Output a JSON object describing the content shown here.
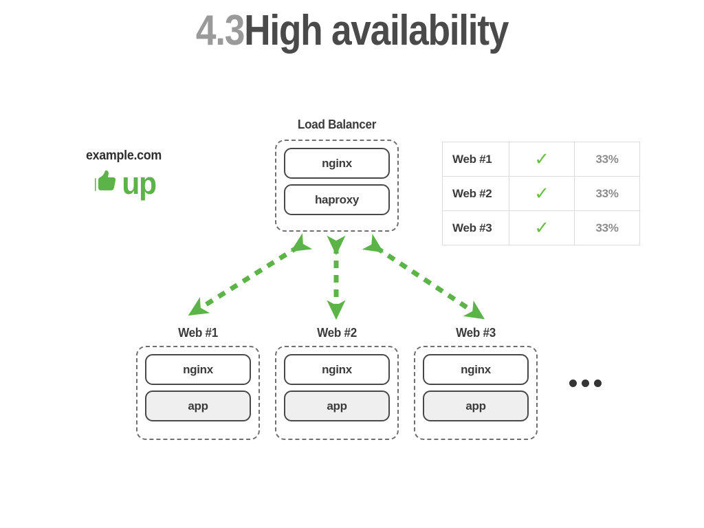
{
  "slide": {
    "section_number": "4.3",
    "section_title": "High availability"
  },
  "site": {
    "domain": "example.com",
    "status_word": "up",
    "status_icon": "thumbs-up-icon",
    "status_color": "#5cb347"
  },
  "load_balancer": {
    "label": "Load Balancer",
    "nodes": [
      {
        "label": "nginx",
        "filled": false
      },
      {
        "label": "haproxy",
        "filled": false
      }
    ]
  },
  "web_servers": [
    {
      "label": "Web #1",
      "nodes": [
        {
          "label": "nginx",
          "filled": false
        },
        {
          "label": "app",
          "filled": true
        }
      ]
    },
    {
      "label": "Web #2",
      "nodes": [
        {
          "label": "nginx",
          "filled": false
        },
        {
          "label": "app",
          "filled": true
        }
      ]
    },
    {
      "label": "Web #3",
      "nodes": [
        {
          "label": "nginx",
          "filled": false
        },
        {
          "label": "app",
          "filled": true
        }
      ]
    }
  ],
  "more_servers_indicator": "…",
  "status_table": {
    "rows": [
      {
        "name": "Web #1",
        "status_icon": "check-icon",
        "status_symbol": "✓",
        "share": "33%"
      },
      {
        "name": "Web #2",
        "status_icon": "check-icon",
        "status_symbol": "✓",
        "share": "33%"
      },
      {
        "name": "Web #3",
        "status_icon": "check-icon",
        "status_symbol": "✓",
        "share": "33%"
      }
    ]
  },
  "connections": {
    "arrow_color": "#5cb347",
    "style": "dashed-double-headed",
    "items": [
      {
        "from": "load-balancer",
        "to": "web-1"
      },
      {
        "from": "load-balancer",
        "to": "web-2"
      },
      {
        "from": "load-balancer",
        "to": "web-3"
      }
    ]
  }
}
